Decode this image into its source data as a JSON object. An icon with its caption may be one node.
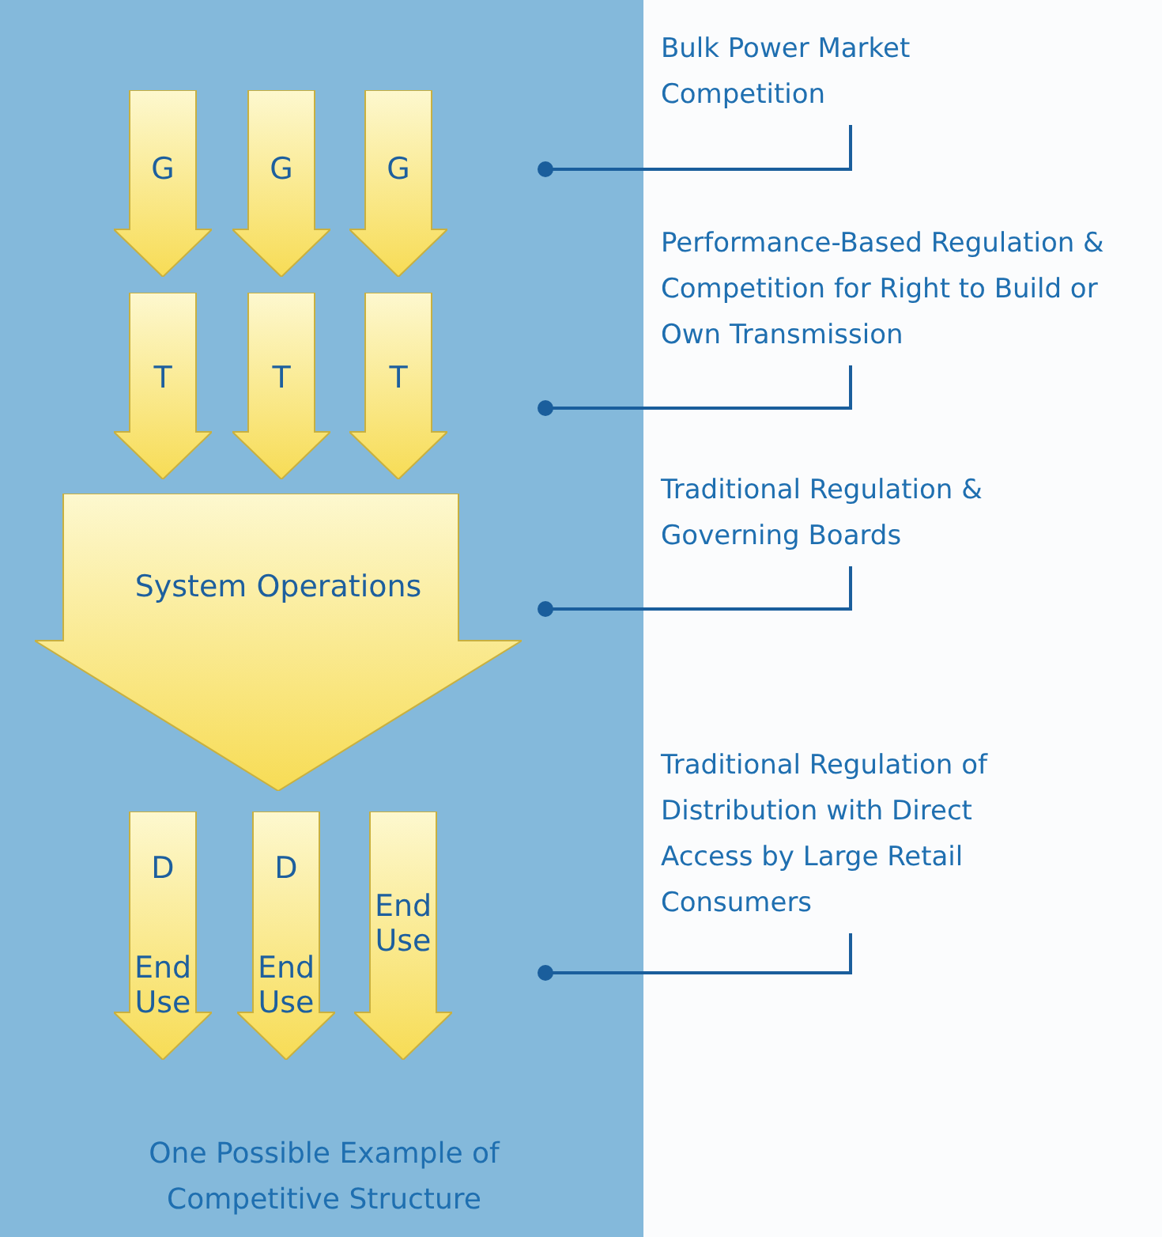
{
  "diagram": {
    "caption": "One Possible Example of Competitive Structure",
    "nodes": [
      {
        "text": [
          "G"
        ]
      },
      {
        "text": [
          "G"
        ]
      },
      {
        "text": [
          "G"
        ]
      },
      {
        "text": [
          "T"
        ]
      },
      {
        "text": [
          "T"
        ]
      },
      {
        "text": [
          "T"
        ]
      },
      {
        "text": [
          "System Operations"
        ]
      },
      {
        "text": [
          "D",
          "End Use"
        ]
      },
      {
        "text": [
          "D",
          "End Use"
        ]
      },
      {
        "text": [
          "End Use"
        ]
      },
      {
        "text": [
          "Bulk Power Market Competition"
        ]
      },
      {
        "text": [
          "Performance-Based Regulation & Competition for Right to Build or Own Transmission"
        ]
      },
      {
        "text": [
          "Traditional Regulation & Governing Boards"
        ]
      },
      {
        "text": [
          "Traditional Regulation of Distribution with Direct Access by Large Retail Consumers"
        ]
      }
    ],
    "edges": [
      {
        "from": 10,
        "to": null,
        "arrow": "other"
      },
      {
        "from": 11,
        "to": null,
        "arrow": "other"
      },
      {
        "from": 12,
        "to": null,
        "arrow": "other"
      },
      {
        "from": 13,
        "to": null,
        "arrow": "other"
      }
    ]
  }
}
